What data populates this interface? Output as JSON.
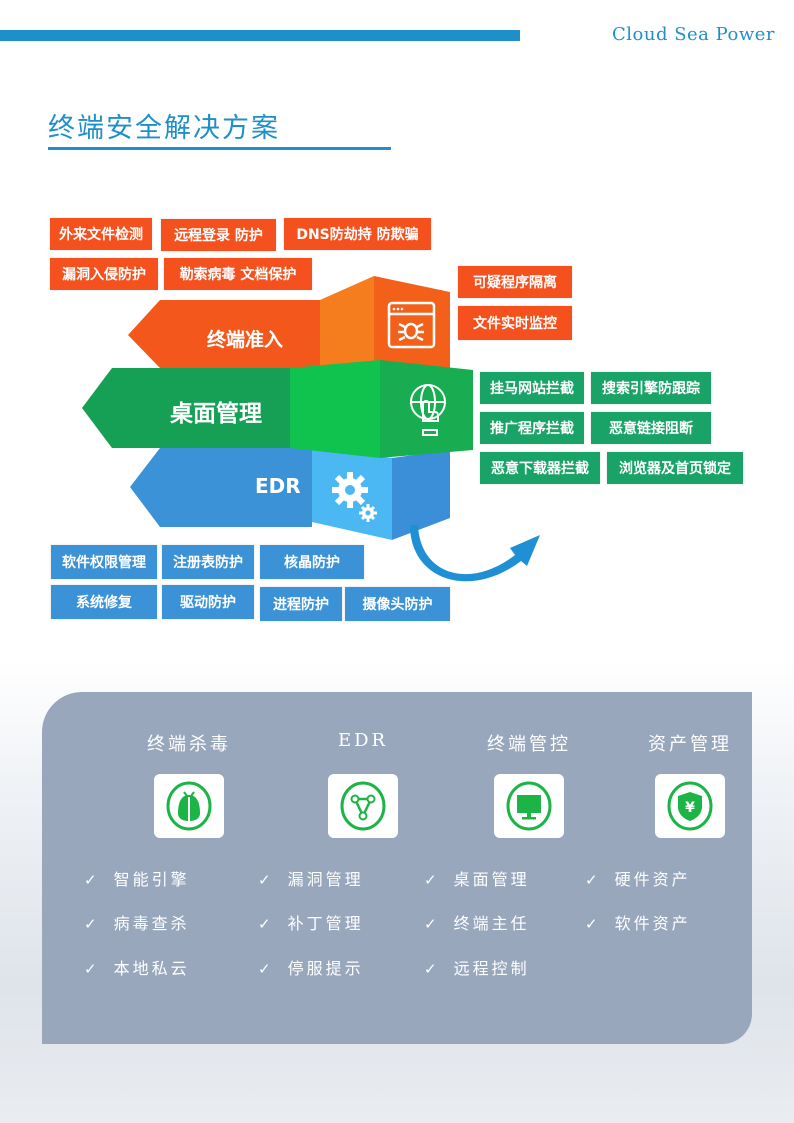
{
  "header": {
    "brand": "Cloud Sea Power"
  },
  "title": "终端安全解决方案",
  "layers": {
    "access": "终端准入",
    "desktop": "桌面管理",
    "edr": "EDR"
  },
  "orange_tags": [
    "外来文件检测",
    "远程登录 防护",
    "DNS防劫持 防欺骗",
    "漏洞入侵防护",
    "勒索病毒 文档保护",
    "可疑程序隔离",
    "文件实时监控"
  ],
  "green_tags": [
    "挂马网站拦截",
    "搜索引擎防跟踪",
    "推广程序拦截",
    "恶意链接阻断",
    "恶意下载器拦截",
    "浏览器及首页锁定"
  ],
  "blue_tags": [
    "软件权限管理",
    "注册表防护",
    "核晶防护",
    "系统修复",
    "驱动防护",
    "进程防护",
    "摄像头防护"
  ],
  "colors": {
    "accent": "#1f8fca",
    "orange": "#f4511e",
    "green": "#1aa366",
    "blue": "#3b92d6",
    "panel": "#99a7bd",
    "icon_green": "#1db447"
  },
  "features": [
    {
      "title": "终端杀毒",
      "icon": "bug-icon",
      "items": [
        "智能引擎",
        "病毒查杀",
        "本地私云"
      ]
    },
    {
      "title": "EDR",
      "icon": "share-network-icon",
      "items": [
        "漏洞管理",
        "补丁管理",
        "停服提示"
      ]
    },
    {
      "title": "终端管控",
      "icon": "monitor-icon",
      "items": [
        "桌面管理",
        "终端主任",
        "远程控制"
      ]
    },
    {
      "title": "资产管理",
      "icon": "yuan-shield-icon",
      "items": [
        "硬件资产",
        "软件资产"
      ]
    }
  ],
  "check_mark": "✓"
}
